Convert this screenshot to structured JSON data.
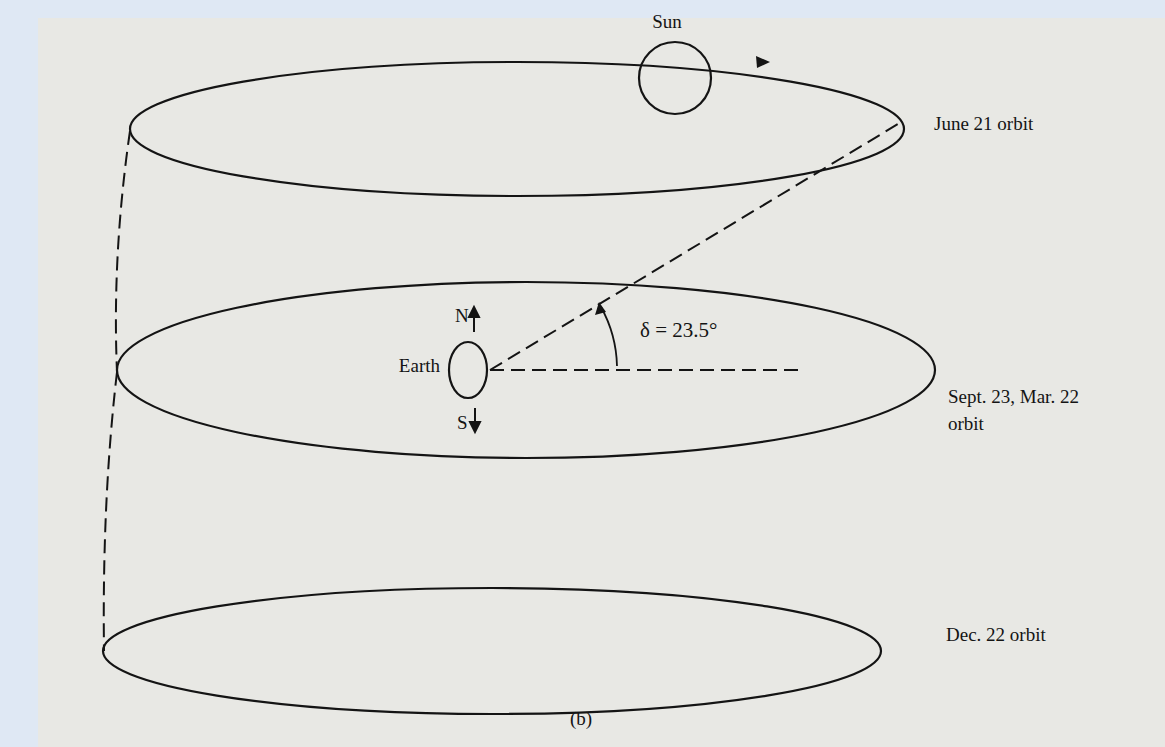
{
  "diagram": {
    "nodes": [
      {
        "text": [
          "Sun"
        ]
      },
      {
        "text": [
          "Earth"
        ]
      }
    ],
    "labels": [
      "N",
      "S",
      "δ = 23.5°",
      "June 21 orbit",
      "Sept. 23, Mar. 22 orbit",
      "Dec. 22 orbit",
      "(b)"
    ]
  }
}
